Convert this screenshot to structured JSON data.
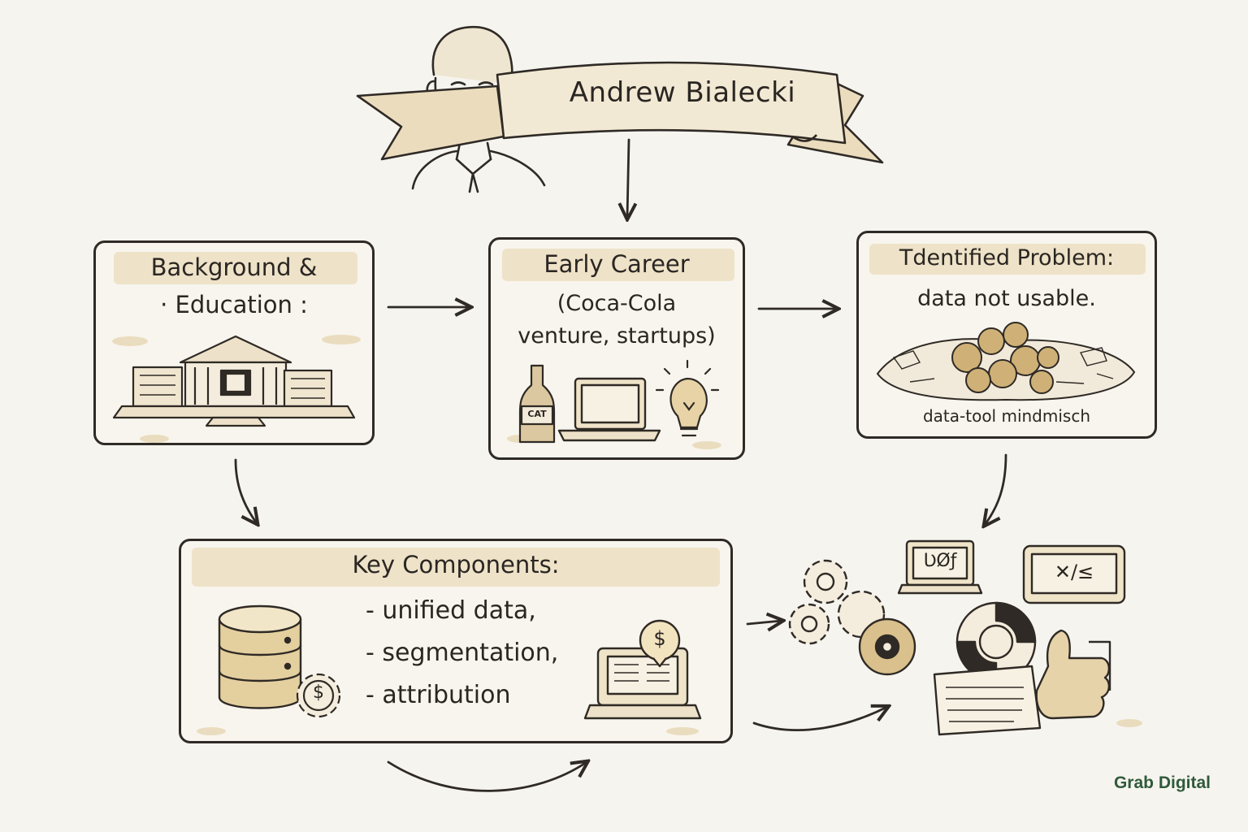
{
  "header": {
    "name": "Andrew Bialecki"
  },
  "boxes": {
    "background": {
      "line1": "Background &",
      "line2": "· Education :"
    },
    "early_career": {
      "title": "Early Career",
      "line1": "(Coca-Cola",
      "line2": "venture, startups)"
    },
    "problem": {
      "title": "Tdentified Problem:",
      "subtitle": "data not usable.",
      "caption": "data-tool mindmisch"
    },
    "components": {
      "title": "Key Components:",
      "items": [
        "- unified data,",
        "- segmentation,",
        "- attribution"
      ],
      "gear_symbol": "$",
      "coin_symbol": "$"
    }
  },
  "bottle_label": "CAT",
  "monitor_labels": [
    "ƲØƒ",
    "✕/≤"
  ],
  "footer": {
    "brand": "Grab Digital"
  }
}
